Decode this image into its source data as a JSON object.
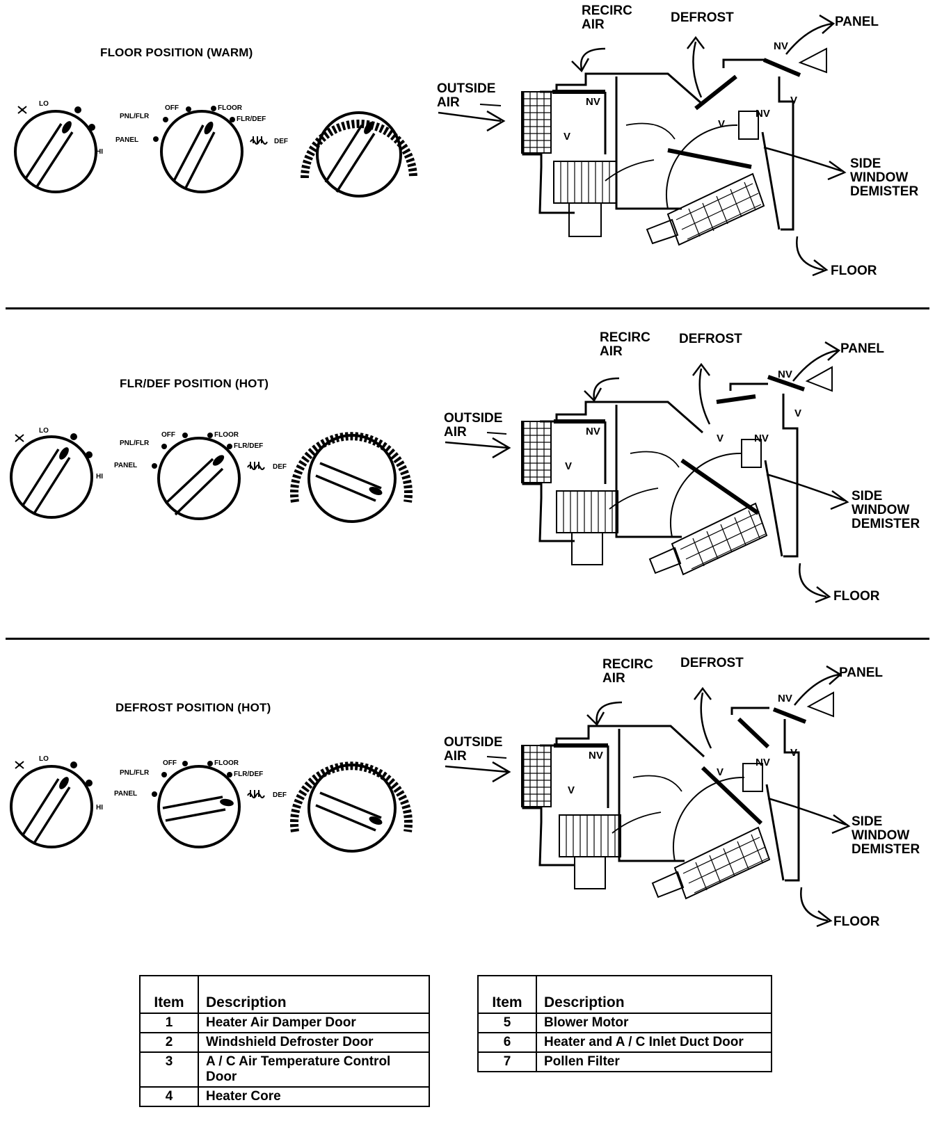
{
  "panels": [
    {
      "title": "FLOOR POSITION (WARM)",
      "fan": {
        "lo": "LO",
        "hi": "HI",
        "icon": "fan-icon"
      },
      "mode": {
        "off": "OFF",
        "floor": "FLOOR",
        "pnl_flr": "PNL/FLR",
        "flr_def": "FLR/DEF",
        "panel": "PANEL",
        "def": "DEF"
      },
      "diagram": {
        "recirc": "RECIRC\nAIR",
        "defrost": "DEFROST",
        "panel": "PANEL",
        "outside": "OUTSIDE\nAIR",
        "side": "SIDE\nWINDOW\nDEMISTER",
        "floor": "FLOOR",
        "nv": "NV",
        "v": "V"
      }
    },
    {
      "title": "FLR/DEF POSITION (HOT)",
      "fan": {
        "lo": "LO",
        "hi": "HI",
        "icon": "fan-icon"
      },
      "mode": {
        "off": "OFF",
        "floor": "FLOOR",
        "pnl_flr": "PNL/FLR",
        "flr_def": "FLR/DEF",
        "panel": "PANEL",
        "def": "DEF"
      },
      "diagram": {
        "recirc": "RECIRC\nAIR",
        "defrost": "DEFROST",
        "panel": "PANEL",
        "outside": "OUTSIDE\nAIR",
        "side": "SIDE\nWINDOW\nDEMISTER",
        "floor": "FLOOR",
        "nv": "NV",
        "v": "V"
      }
    },
    {
      "title": "DEFROST POSITION (HOT)",
      "fan": {
        "lo": "LO",
        "hi": "HI",
        "icon": "fan-icon"
      },
      "mode": {
        "off": "OFF",
        "floor": "FLOOR",
        "pnl_flr": "PNL/FLR",
        "flr_def": "FLR/DEF",
        "panel": "PANEL",
        "def": "DEF"
      },
      "diagram": {
        "recirc": "RECIRC\nAIR",
        "defrost": "DEFROST",
        "panel": "PANEL",
        "outside": "OUTSIDE\nAIR",
        "side": "SIDE\nWINDOW\nDEMISTER",
        "floor": "FLOOR",
        "nv": "NV",
        "v": "V"
      }
    }
  ],
  "legend_left": {
    "header_item": "Item",
    "header_desc": "Description",
    "rows": [
      {
        "item": "1",
        "desc": "Heater Air Damper Door"
      },
      {
        "item": "2",
        "desc": "Windshield Defroster Door"
      },
      {
        "item": "3",
        "desc": "A / C Air Temperature Control Door"
      },
      {
        "item": "4",
        "desc": "Heater Core"
      }
    ]
  },
  "legend_right": {
    "header_item": "Item",
    "header_desc": "Description",
    "rows": [
      {
        "item": "5",
        "desc": "Blower Motor"
      },
      {
        "item": "6",
        "desc": "Heater and A / C Inlet Duct Door"
      },
      {
        "item": "7",
        "desc": "Pollen Filter"
      }
    ]
  }
}
